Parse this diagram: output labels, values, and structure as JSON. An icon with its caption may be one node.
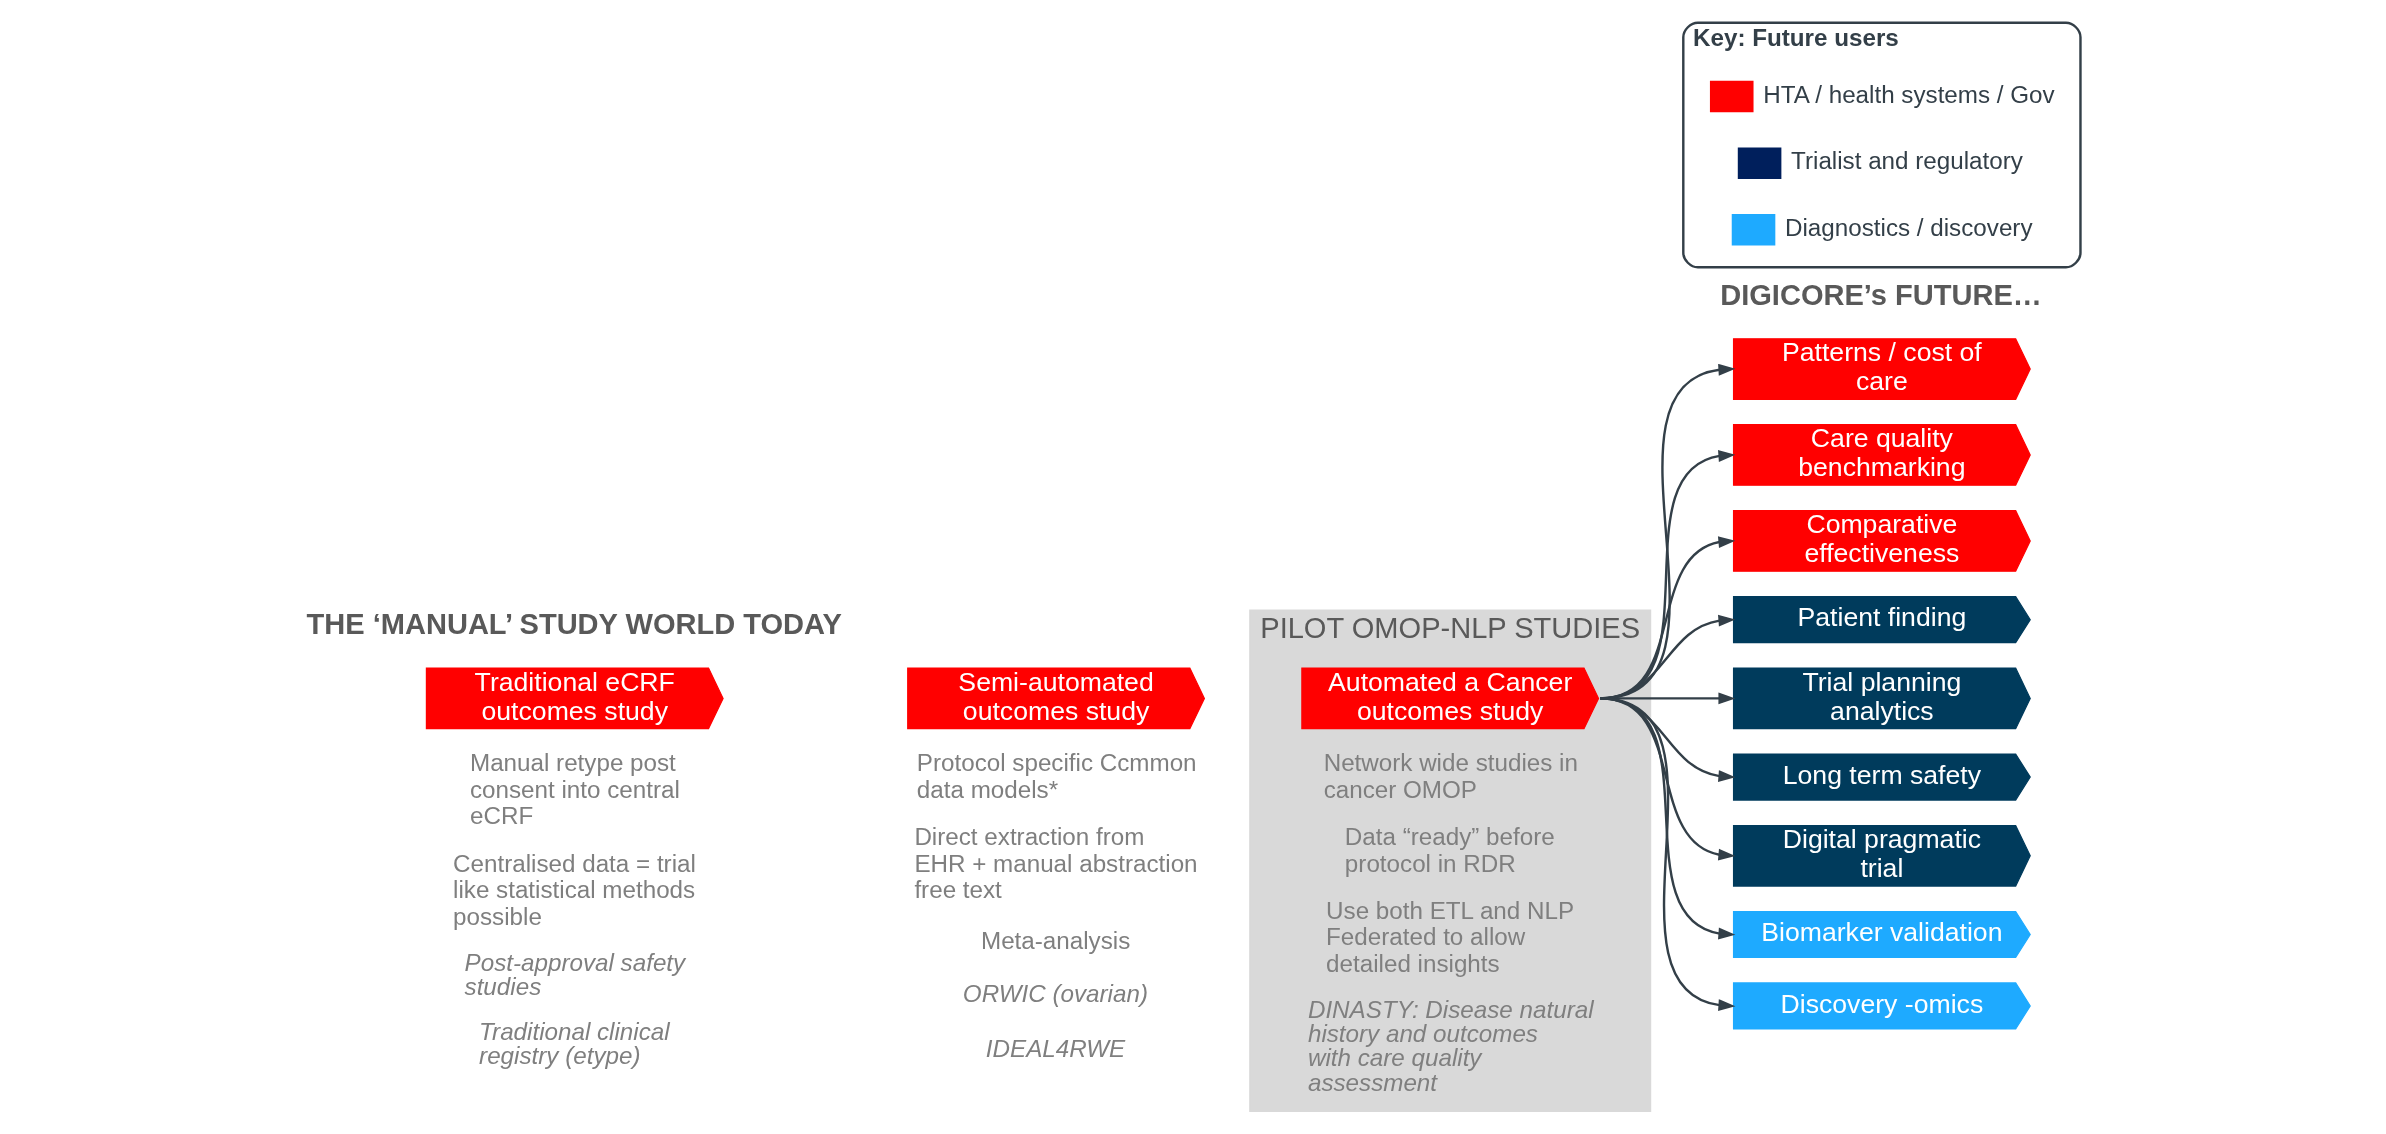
{
  "diagram": {
    "nodes": [
      {
        "text": [
          "PILOT OMOP-NLP STUDIES"
        ]
      },
      {
        "text": [
          "Traditional eCRF outcomes study"
        ],
        "beside": [
          "Manual retype post consent into central eCRF",
          "Centralised data = trial like statistical methods possible",
          "Post-approval safety studies",
          "Traditional clinical registry (etype)"
        ]
      },
      {
        "text": [
          "Semi-automated outcomes study"
        ],
        "beside": [
          "Protocol specific Ccmmon data models*",
          "Direct extraction from EHR + manual abstraction free text",
          "Meta-analysis",
          "ORWIC (ovarian)",
          "IDEAL4RWE"
        ]
      },
      {
        "text": [
          "Automated a Cancer outcomes study"
        ],
        "in": 0,
        "beside": [
          "Network wide studies in cancer OMOP",
          "Data “ready” before protocol in RDR",
          "Use both ETL and NLP Federated to allow detailed insights",
          "DINASTY: Disease natural history and outcomes with care quality assessment"
        ]
      },
      {
        "text": [
          "Patterns / cost of care"
        ]
      },
      {
        "text": [
          "Care quality benchmarking"
        ]
      },
      {
        "text": [
          "Comparative effectiveness"
        ]
      },
      {
        "text": [
          "Patient finding"
        ]
      },
      {
        "text": [
          "Trial planning analytics"
        ]
      },
      {
        "text": [
          "Long term safety"
        ]
      },
      {
        "text": [
          "Digital pragmatic trial"
        ]
      },
      {
        "text": [
          "Biomarker validation"
        ]
      },
      {
        "text": [
          "Discovery -omics"
        ]
      },
      {
        "text": [
          "Key: Future users"
        ]
      }
    ],
    "edges": [
      {
        "from": 3,
        "to": 4,
        "arrow": "to"
      },
      {
        "from": 3,
        "to": 5,
        "arrow": "to"
      },
      {
        "from": 3,
        "to": 6,
        "arrow": "to"
      },
      {
        "from": 3,
        "to": 7,
        "arrow": "to"
      },
      {
        "from": 3,
        "to": 8,
        "arrow": "to"
      },
      {
        "from": 3,
        "to": 9,
        "arrow": "to"
      },
      {
        "from": 3,
        "to": 10,
        "arrow": "to"
      },
      {
        "from": 3,
        "to": 11,
        "arrow": "to"
      },
      {
        "from": 3,
        "to": 12,
        "arrow": "to"
      }
    ],
    "labels": [
      "THE ‘MANUAL’ STUDY WORLD TODAY",
      "DIGICORE’s FUTURE…"
    ],
    "legend": [
      {
        "text": "HTA / health systems / Gov",
        "color": "#ff0000"
      },
      {
        "text": "Trialist and regulatory",
        "color": "#001f5c"
      },
      {
        "text": "Diagnostics / discovery",
        "color": "#1eaaff"
      }
    ]
  }
}
